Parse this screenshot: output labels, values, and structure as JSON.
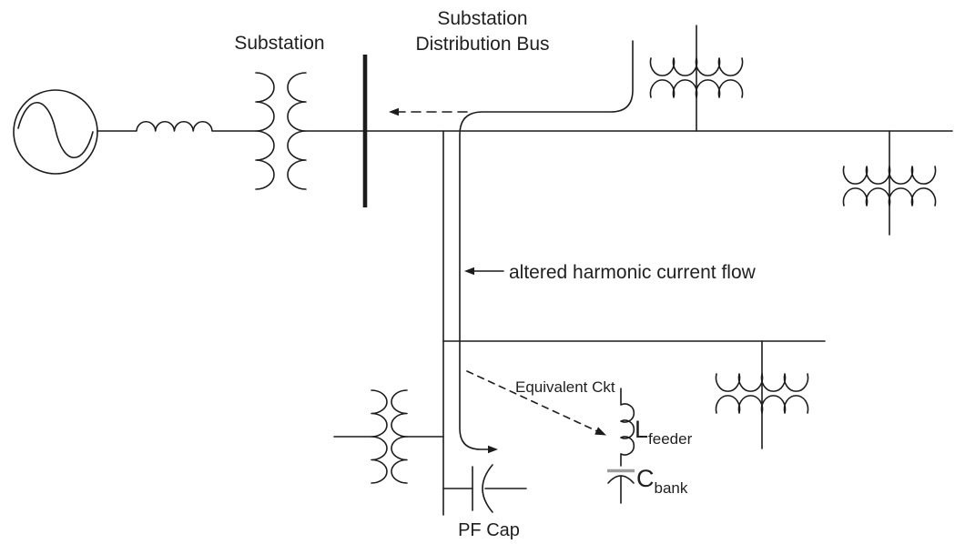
{
  "page": {
    "background": "#ffffff"
  },
  "labels": {
    "substation": "Substation",
    "distribution_bus": "Substation\nDistribution Bus",
    "harmonic_flow": "altered harmonic current flow",
    "equivalent_ckt": "Equivalent Ckt",
    "l_feeder": {
      "main": "L",
      "sub": "feeder"
    },
    "c_bank": {
      "main": "C",
      "sub": "bank"
    },
    "pf_cap": "PF Cap"
  },
  "colors": {
    "line": "#1c1c1c",
    "text": "#1f1f1f",
    "capacitor_plate_gray": "#9c9c9c",
    "background": "#ffffff"
  },
  "icons": [
    "ac-source-symbol",
    "source-inductor-symbol",
    "substation-transformer-symbol",
    "substation-bus-bar",
    "top-load-transformer-symbol",
    "right-load-transformer-symbol",
    "lower-load-transformer-symbol",
    "customer-transformer-symbol",
    "pf-capacitor-symbol",
    "feeder-inductor-symbol",
    "capacitor-bank-symbol",
    "harmonic-current-path",
    "dashed-left-arrow-icon",
    "solid-left-arrow-icon",
    "curved-flow-arrow-icon",
    "equivalent-ckt-dashed-arrow-icon"
  ]
}
